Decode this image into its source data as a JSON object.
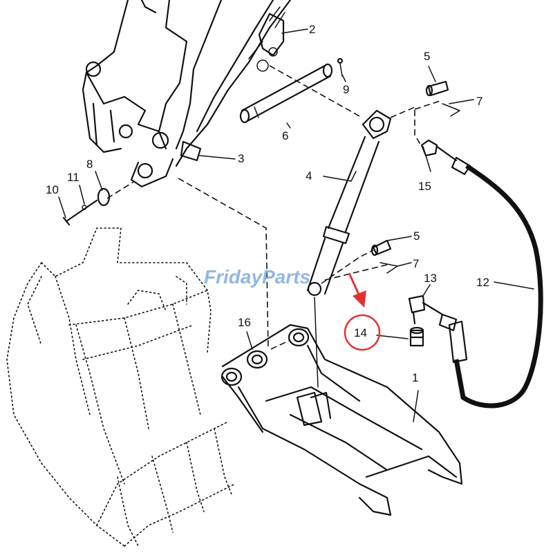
{
  "watermark": "FridayParts",
  "highlight_color": "#e53030",
  "watermark_color": "#6f9fd6",
  "callouts": {
    "c1": "1",
    "c2": "2",
    "c3": "3",
    "c4": "4",
    "c5a": "5",
    "c5b": "5",
    "c6": "6",
    "c7a": "7",
    "c7b": "7",
    "c8": "8",
    "c9": "9",
    "c10": "10",
    "c11": "11",
    "c12": "12",
    "c13": "13",
    "c14": "14",
    "c15": "15",
    "c16": "16"
  }
}
